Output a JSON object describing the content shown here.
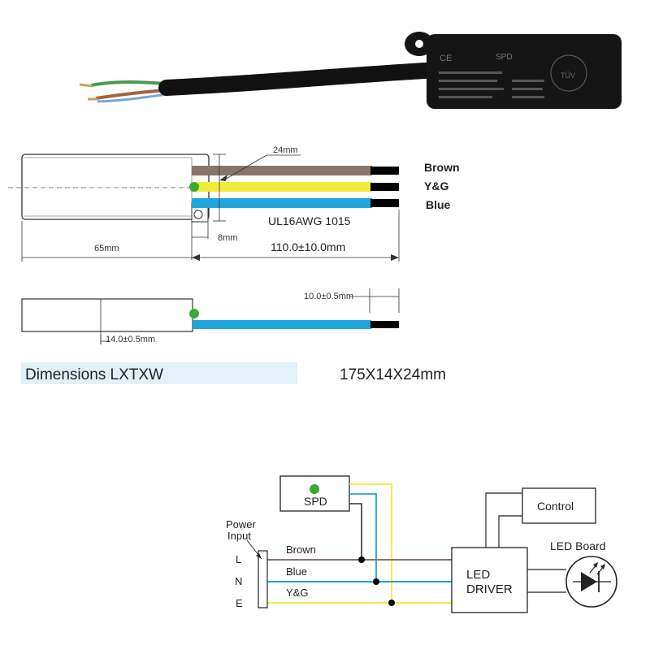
{
  "product_photo": {
    "label_marks": {
      "ce": "CE",
      "brand": "SPD",
      "certification": "TÜV"
    }
  },
  "top_view": {
    "wire_colors": [
      "Brown",
      "Y&G",
      "Blue"
    ],
    "cable_spec": "UL16AWG 1015",
    "dim_wire_spacing": "24mm",
    "dim_body_length": "65mm",
    "dim_mount_hole": "8mm",
    "dim_lead_length": "110.0±10.0mm"
  },
  "side_view": {
    "dim_strip_length": "10.0±0.5mm",
    "dim_thickness": "14.0±0.5mm"
  },
  "dimensions": {
    "label": "Dimensions LXTXW",
    "value": "175X14X24mm"
  },
  "wiring": {
    "spd_label": "SPD",
    "power_input_line1": "Power",
    "power_input_line2": "Input",
    "terminals": [
      "L",
      "N",
      "E"
    ],
    "wire_labels": [
      "Brown",
      "Blue",
      "Y&G"
    ],
    "driver_line1": "LED",
    "driver_line2": "DRIVER",
    "control_label": "Control",
    "led_board_label": "LED Board"
  },
  "colors": {
    "brown": "#8a7467",
    "yellow": "#f2ec3a",
    "blue": "#1ea6dc",
    "green": "#3aaa35",
    "band": "#e3f0f7"
  }
}
